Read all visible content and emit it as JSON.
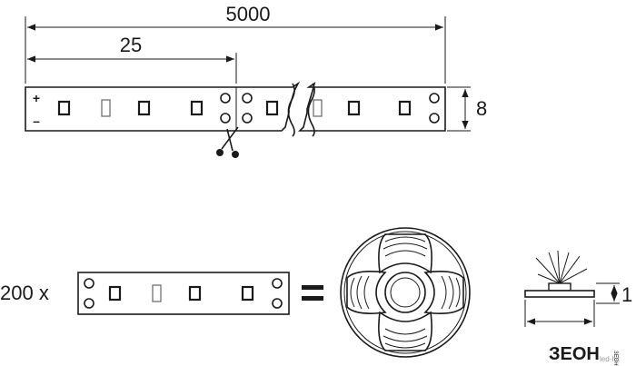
{
  "dimensions": {
    "total_length": "5000",
    "segment_length": "25",
    "strip_width": "8",
    "strip_height": "1"
  },
  "polarity": {
    "plus": "+",
    "minus": "–"
  },
  "roll": {
    "count_label": "200 x",
    "equals": "="
  },
  "logo": {
    "brand": "ЗЕОН",
    "side_text": "ЗЕОН",
    "watermark": "led-hit"
  },
  "colors": {
    "line": "#1a1a1a",
    "logo_accent": "#2e9c3a",
    "background": "#ffffff"
  },
  "icons": [
    "scissors-icon",
    "led-reel-icon",
    "light-emission-icon"
  ]
}
